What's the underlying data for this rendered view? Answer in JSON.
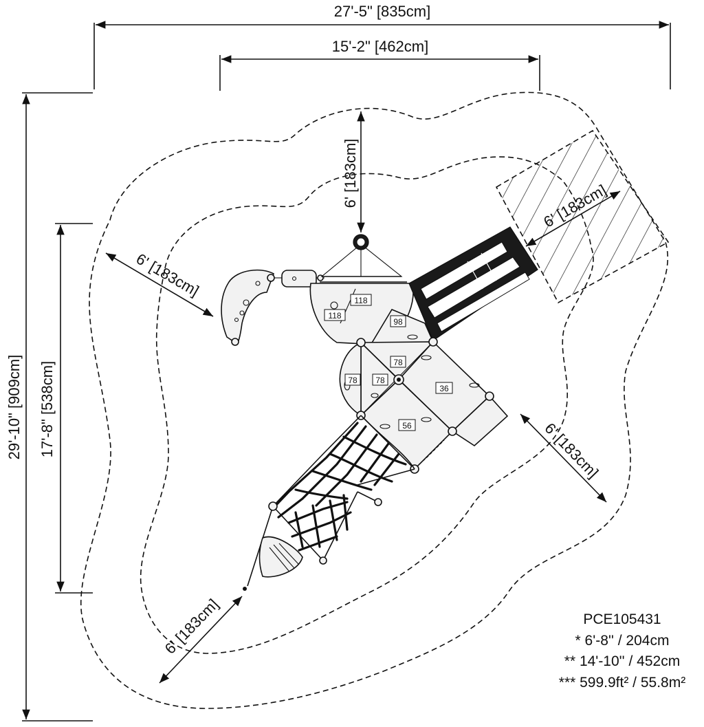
{
  "dimensions": {
    "overall_width": "27'-5\" [835cm]",
    "inner_width": "15'-2\" [462cm]",
    "overall_height": "29'-10\" [909cm]",
    "inner_height": "17'-8\" [538cm]",
    "clearance_top": "6' [183cm]",
    "clearance_left": "6' [183cm]",
    "clearance_slide": "6' [183cm]",
    "clearance_right": "6' [183cm]",
    "clearance_bottom": "6' [183cm]"
  },
  "deck_labels": {
    "roof_118a": "118",
    "roof_118b": "118",
    "deck_98": "98",
    "deck_78a": "78",
    "deck_78b": "78",
    "deck_78c": "78",
    "deck_36": "36",
    "deck_56": "56"
  },
  "info": {
    "model": "PCE105431",
    "line1": "* 6'-8'' / 204cm",
    "line2": "** 14'-10'' / 452cm",
    "line3": "*** 599.9ft² / 55.8m²"
  }
}
